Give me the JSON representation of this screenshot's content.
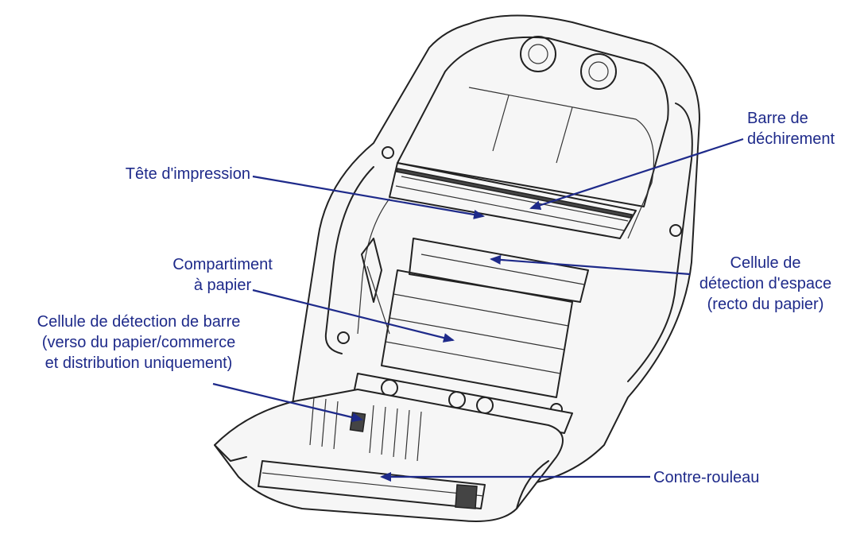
{
  "labels": {
    "tear_bar": [
      "Barre de",
      "déchirement"
    ],
    "printhead": [
      "Tête d'impression"
    ],
    "media_compartment": [
      "Compartiment",
      "à papier"
    ],
    "gap_sensor": [
      "Cellule de",
      "détection d'espace",
      "(recto du papier)"
    ],
    "bar_sensor": [
      "Cellule de détection de barre",
      "(verso du papier/commerce",
      "et distribution uniquement)"
    ],
    "platen": [
      "Contre-rouleau"
    ]
  },
  "colors": {
    "callout": "#1e2a8a",
    "line_art": "#222222"
  }
}
